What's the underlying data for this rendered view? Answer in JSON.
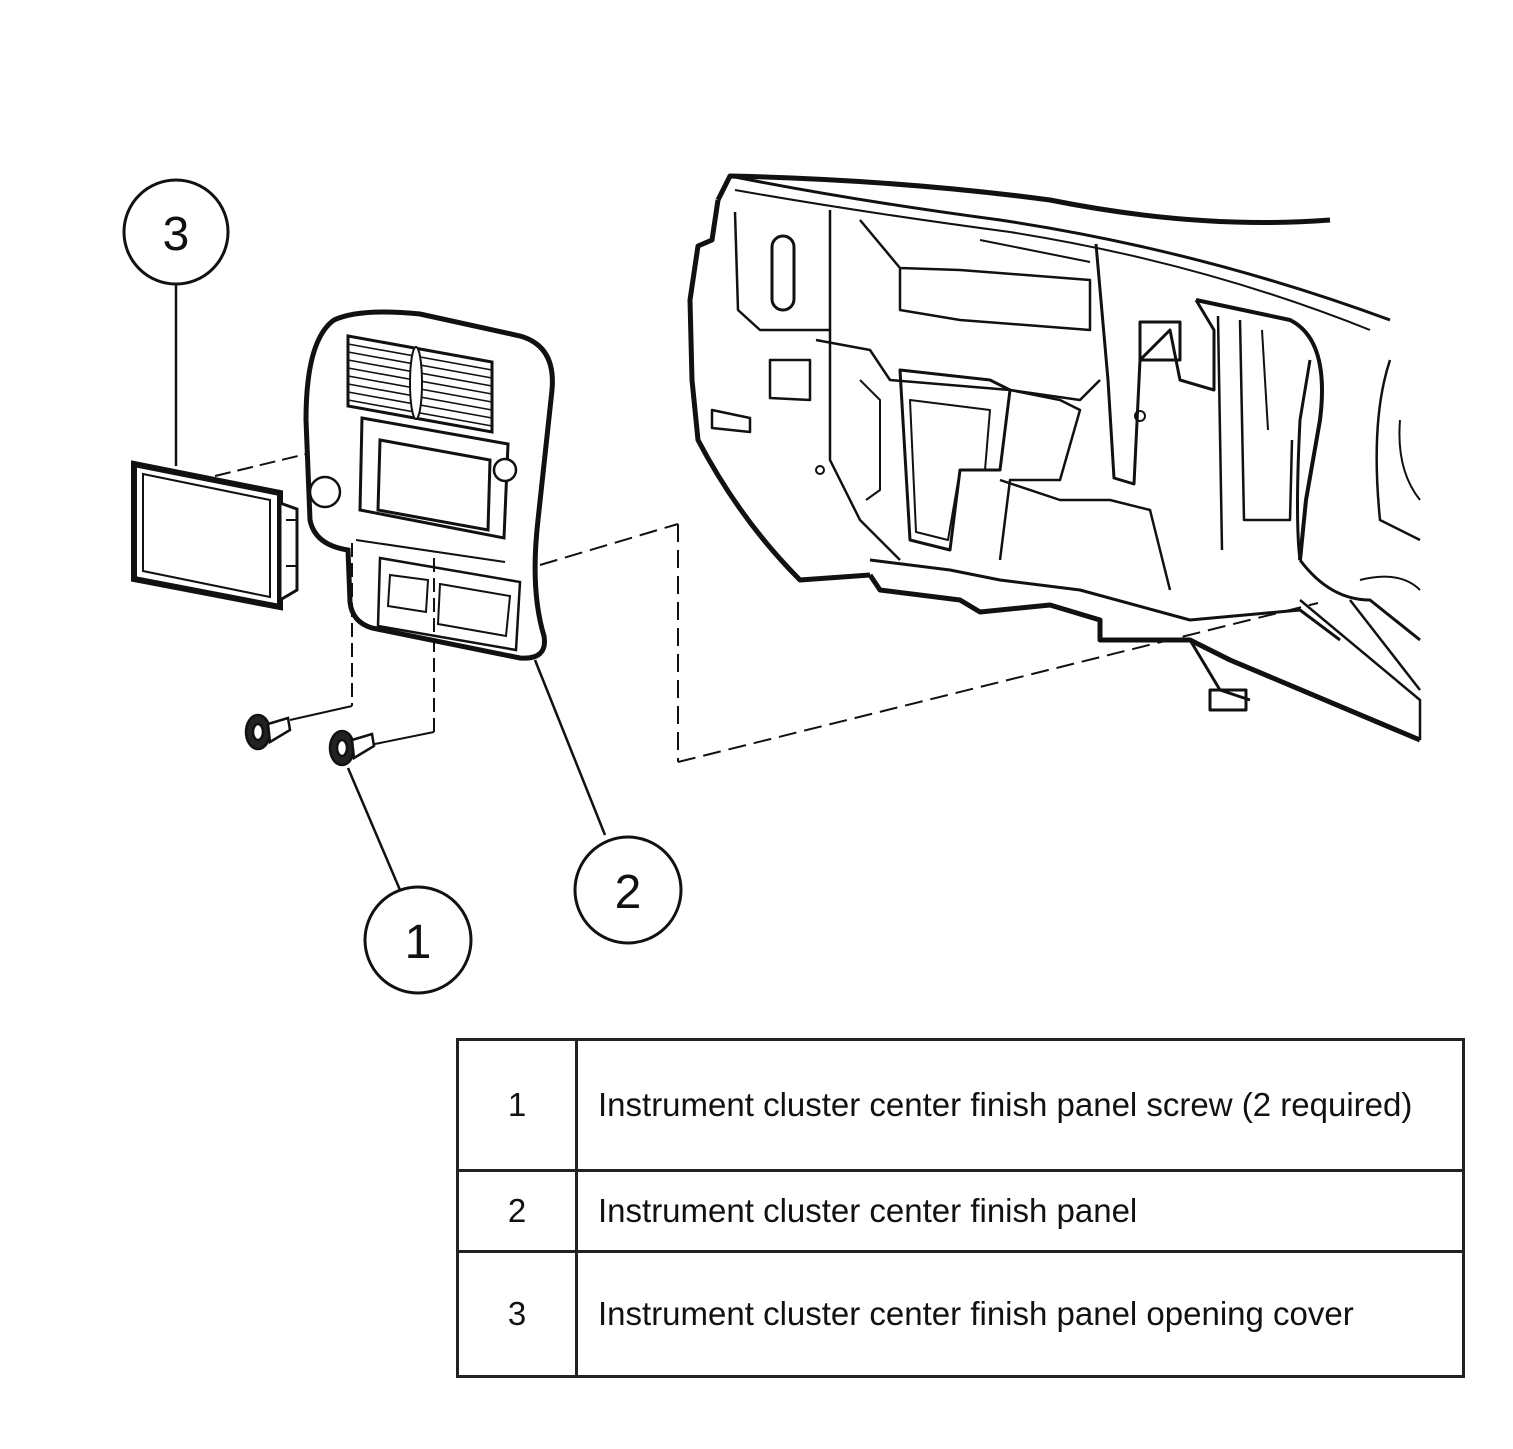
{
  "callouts": [
    {
      "id": "1",
      "label": "1"
    },
    {
      "id": "2",
      "label": "2"
    },
    {
      "id": "3",
      "label": "3"
    }
  ],
  "legend": {
    "rows": [
      {
        "number": "1",
        "description": "Instrument cluster center finish panel screw (2 required)"
      },
      {
        "number": "2",
        "description": "Instrument cluster center finish panel"
      },
      {
        "number": "3",
        "description": "Instrument cluster center finish panel opening cover"
      }
    ]
  },
  "colors": {
    "line": "#111111",
    "background": "#ffffff"
  }
}
